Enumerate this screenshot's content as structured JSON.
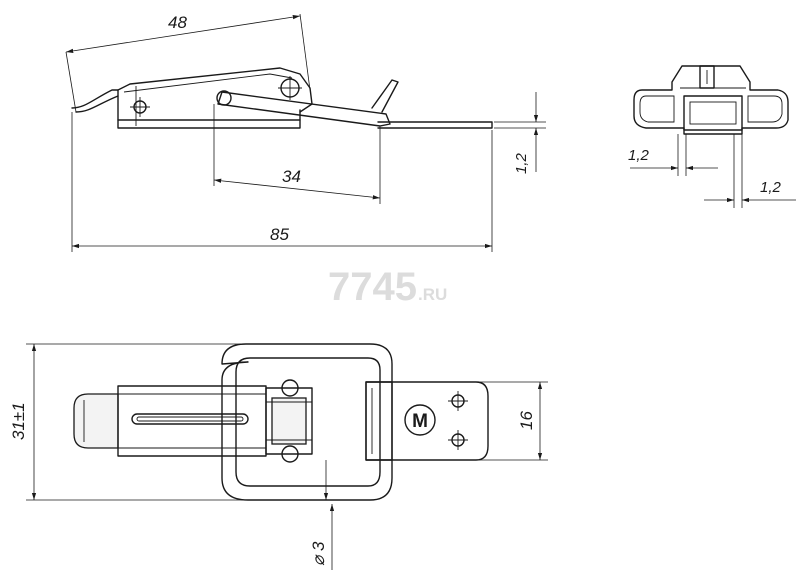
{
  "watermark": {
    "main": "7745",
    "suffix": ".RU"
  },
  "dimensions": {
    "top_length": "48",
    "hinge_span": "34",
    "overall_length": "85",
    "plate_thickness": "1,2",
    "side_gap_left": "1,2",
    "side_gap_right": "1,2",
    "overall_width": "31±1",
    "plate_width": "16",
    "hole_diameter": "⌀ 3"
  },
  "logo": {
    "mark": "M"
  }
}
